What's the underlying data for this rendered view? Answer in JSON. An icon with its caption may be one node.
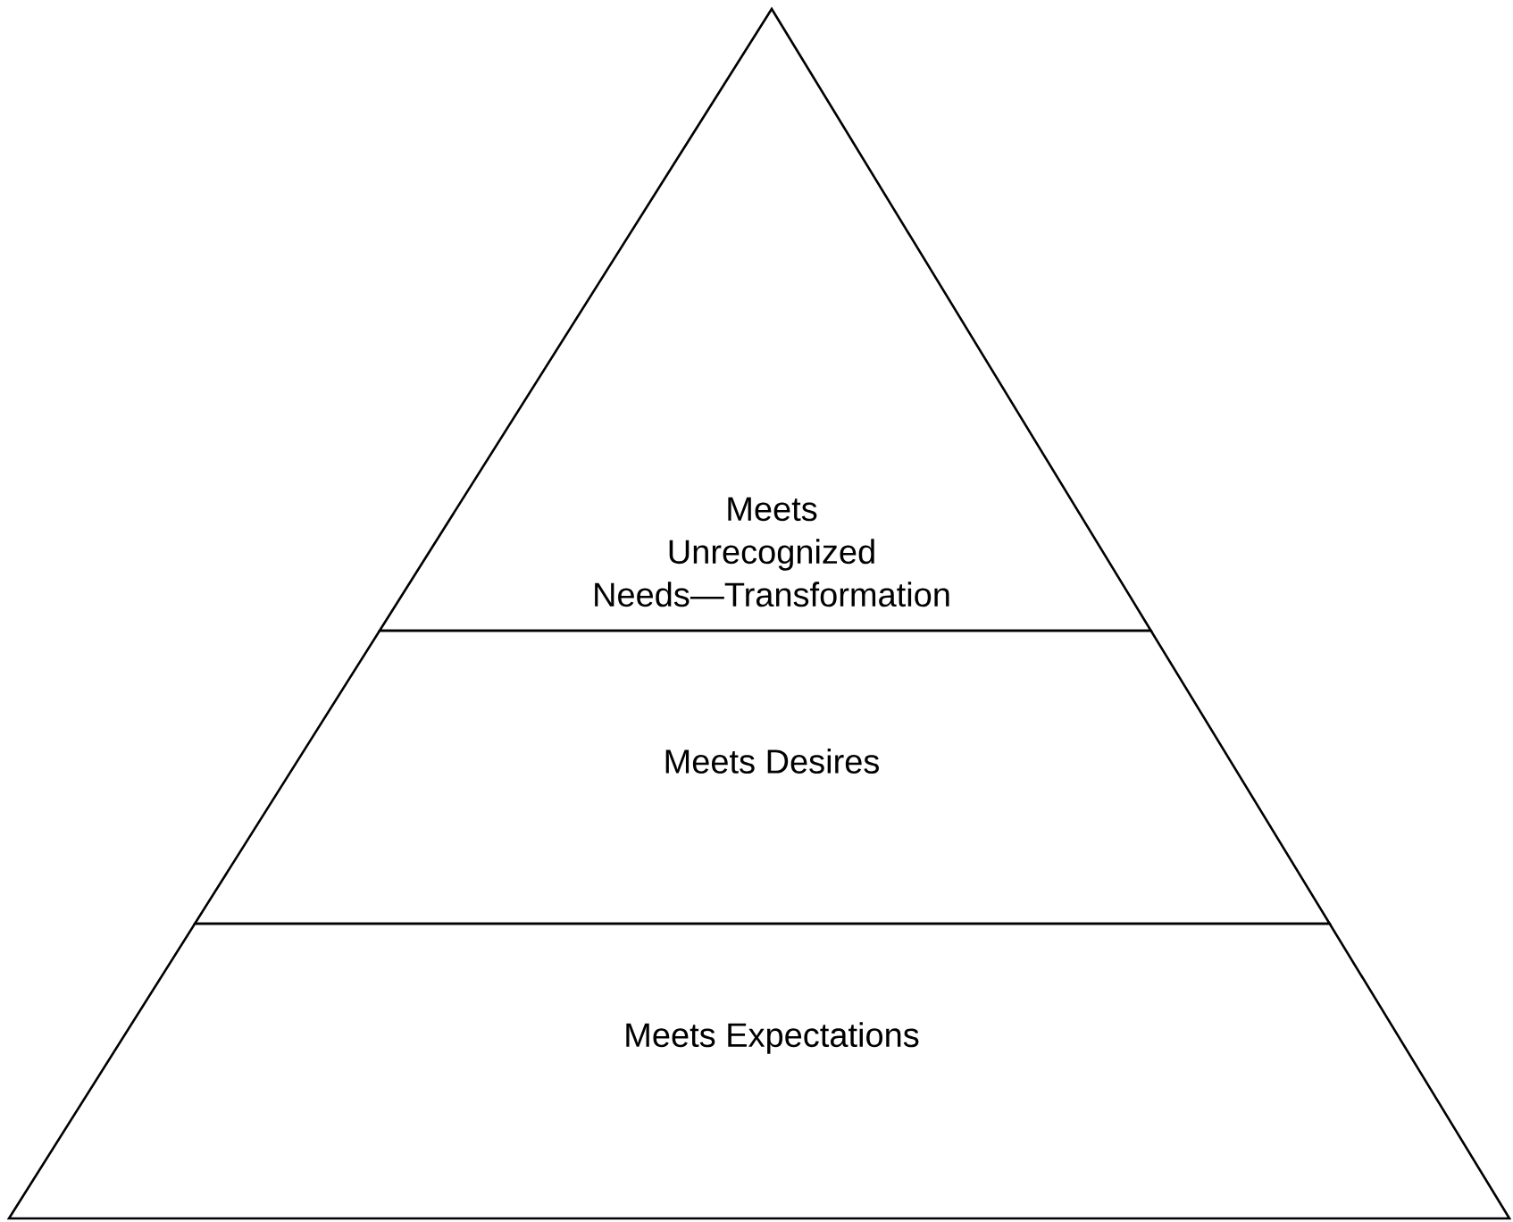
{
  "diagram": {
    "nodes": [
      {
        "text": [
          "Meets Unrecognized Needs—Transformation"
        ]
      },
      {
        "text": [
          "Meets Desires"
        ]
      },
      {
        "text": [
          "Meets Expectations"
        ]
      }
    ]
  }
}
